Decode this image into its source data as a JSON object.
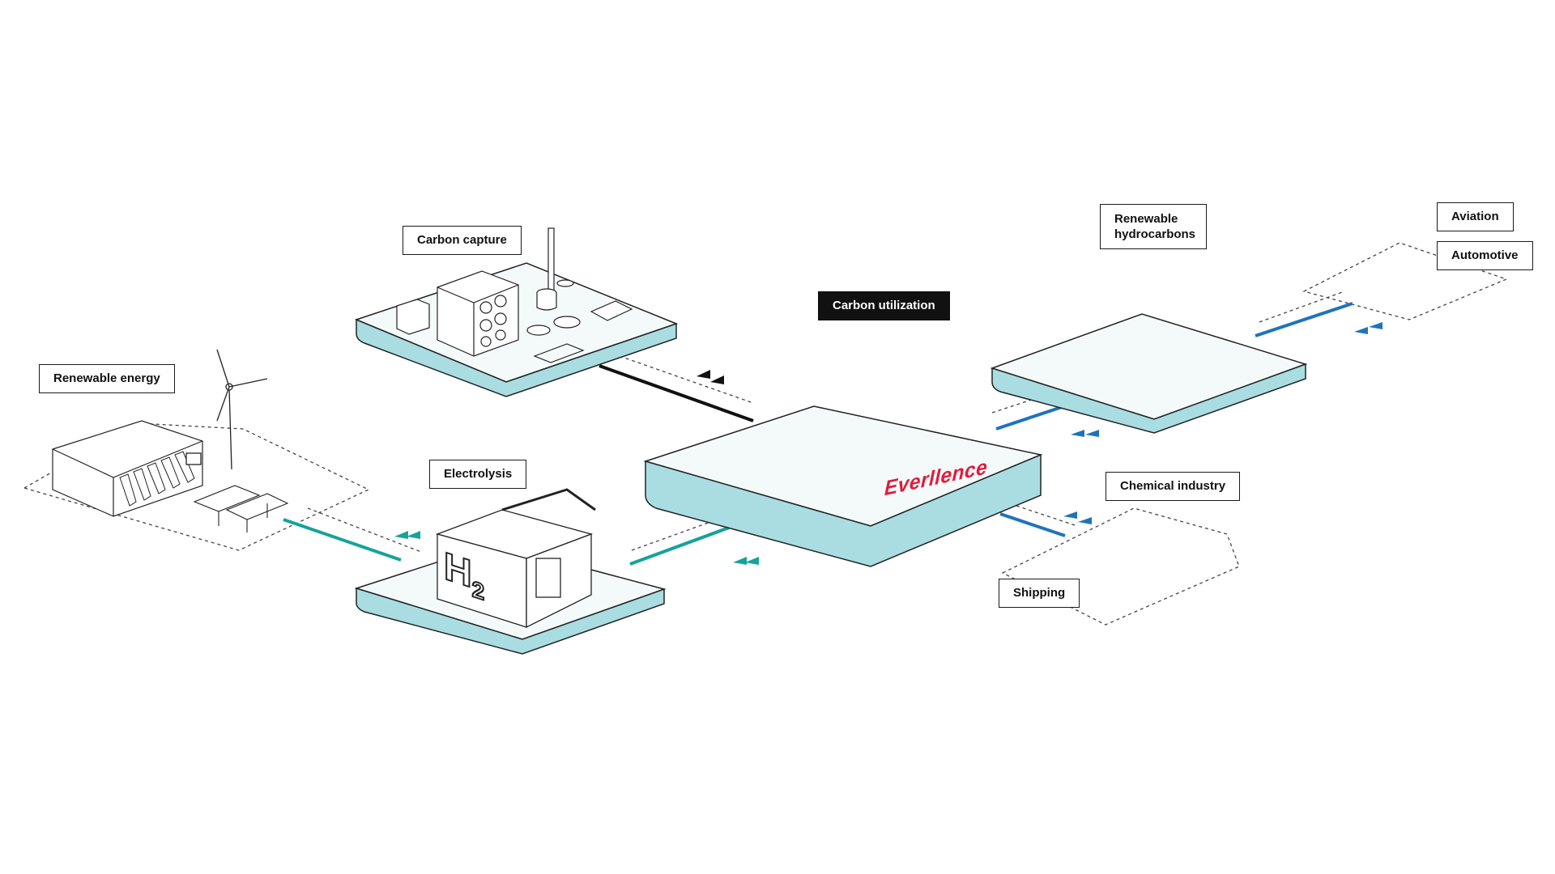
{
  "labels": {
    "renewable_energy": "Renewable energy",
    "carbon_capture": "Carbon capture",
    "electrolysis": "Electrolysis",
    "carbon_utilization": "Carbon utilization",
    "renewable_hydrocarbons": "Renewable hydrocarbons",
    "aviation": "Aviation",
    "automotive": "Automotive",
    "chemical_industry": "Chemical industry",
    "shipping": "Shipping"
  },
  "brand": "Everllence",
  "h2_symbol": "H",
  "h2_subscript": "2",
  "colors": {
    "platform_top": "#f4fafa",
    "platform_side": "#a9dde2",
    "outline": "#222222",
    "teal_line": "#15a39a",
    "blue_line": "#1f73be",
    "black_line": "#111111",
    "brand_red": "#e01b3c",
    "tank_fill": "#cdeef2"
  },
  "icons": [
    "dam-icon",
    "wind-turbine-icon",
    "solar-panel-icon",
    "air-filter-icon",
    "chimney-icon",
    "electrolyzer-icon",
    "tower-icon",
    "container-icon",
    "refinery-icon",
    "airplane-icon",
    "truck-icon",
    "factory-icon",
    "ship-icon"
  ]
}
